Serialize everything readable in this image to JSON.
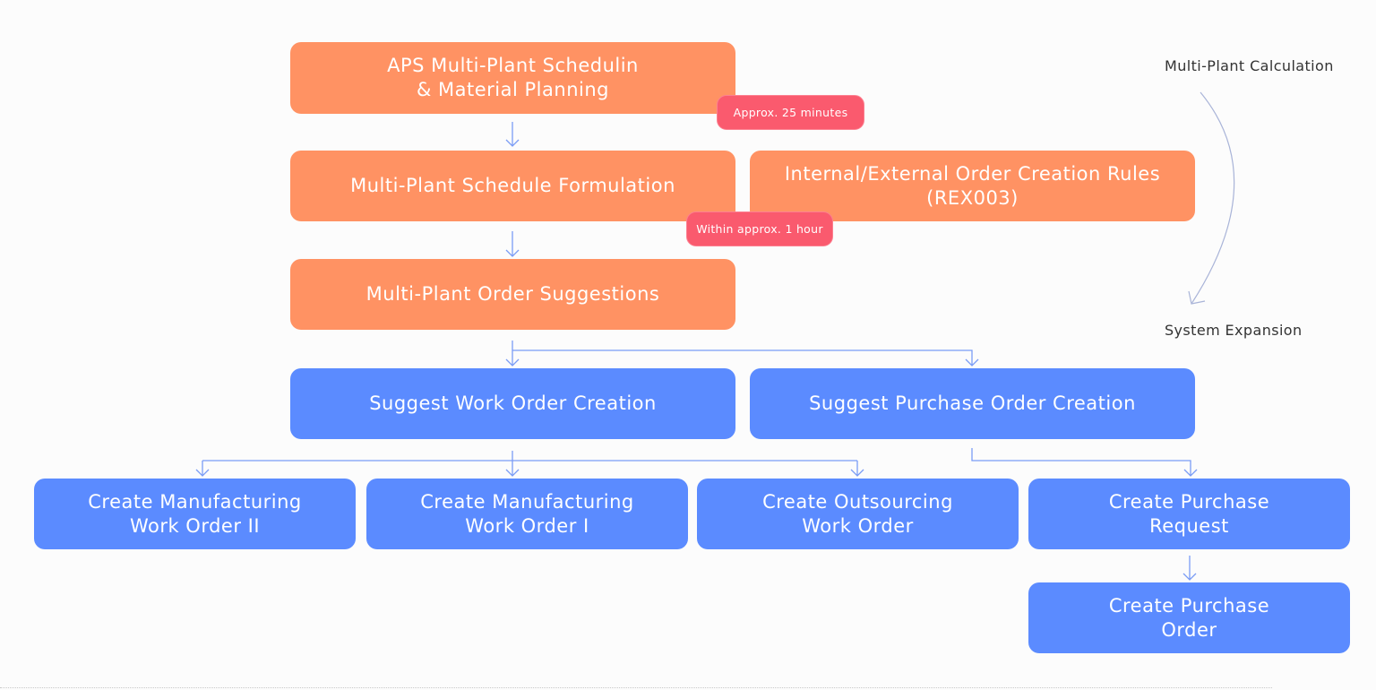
{
  "diagram": {
    "nodes": {
      "aps_planning": "APS Multi-Plant Schedulin\n& Material Planning",
      "schedule_formulation": "Multi-Plant Schedule Formulation",
      "creation_rules": "Internal/External Order Creation Rules\n(REX003)",
      "order_suggestions": "Multi-Plant Order Suggestions",
      "suggest_work_order": "Suggest Work Order Creation",
      "suggest_purchase_order": "Suggest Purchase Order Creation",
      "create_mfg_wo_2": "Create Manufacturing\nWork Order II",
      "create_mfg_wo_1": "Create Manufacturing\nWork Order I",
      "create_outsourcing_wo": "Create Outsourcing\nWork Order",
      "create_purchase_request": "Create Purchase\nRequest",
      "create_purchase_order": "Create Purchase\nOrder"
    },
    "badges": {
      "planning_time": "Approx. 25 minutes",
      "formulation_time": "Within approx. 1 hour"
    },
    "side_labels": {
      "top": "Multi-Plant Calculation",
      "bottom": "System Expansion"
    },
    "colors": {
      "orange": "#ff9263",
      "blue": "#5b8bff",
      "badge": "#fa5a6e",
      "connector": "#7a9cf5",
      "curve": "#a9b4d8"
    }
  }
}
